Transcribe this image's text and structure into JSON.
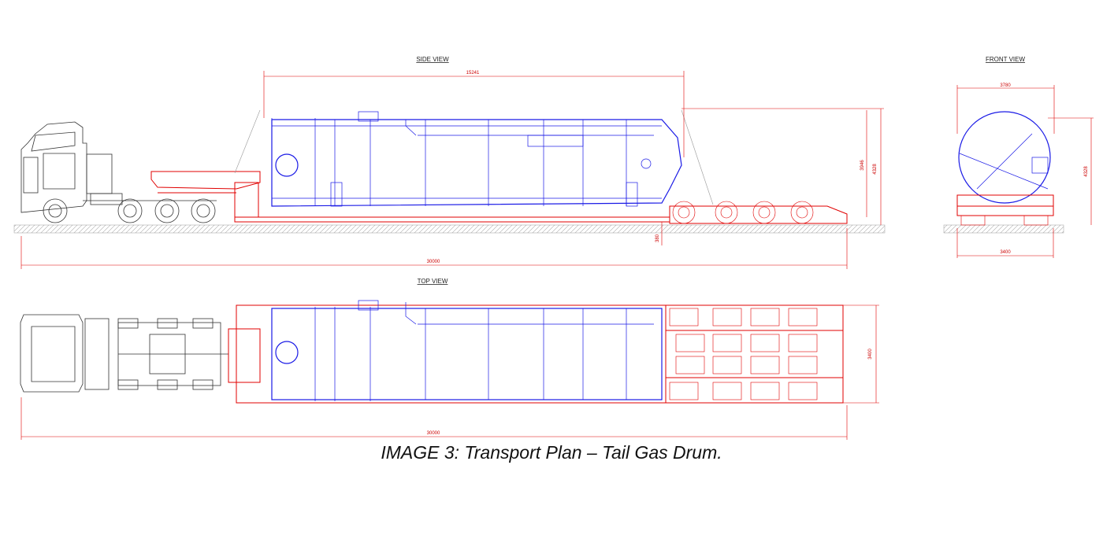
{
  "views": {
    "side_title": "SIDE VIEW",
    "front_title": "FRONT VIEW",
    "top_title": "TOP VIEW"
  },
  "dimensions": {
    "drum_length": "15241",
    "total_height": "4328",
    "drum_height": "3946",
    "ground_clearance": "380",
    "overall_length_side": "30000",
    "front_drum_width": "3780",
    "front_height": "4328",
    "front_trailer_width": "3400",
    "top_width": "3400",
    "overall_length_top": "30000"
  },
  "colors": {
    "vessel": "#1a1ae6",
    "trailer": "#e00000",
    "truck": "#333333"
  },
  "caption": "IMAGE 3: Transport Plan – Tail Gas Drum."
}
